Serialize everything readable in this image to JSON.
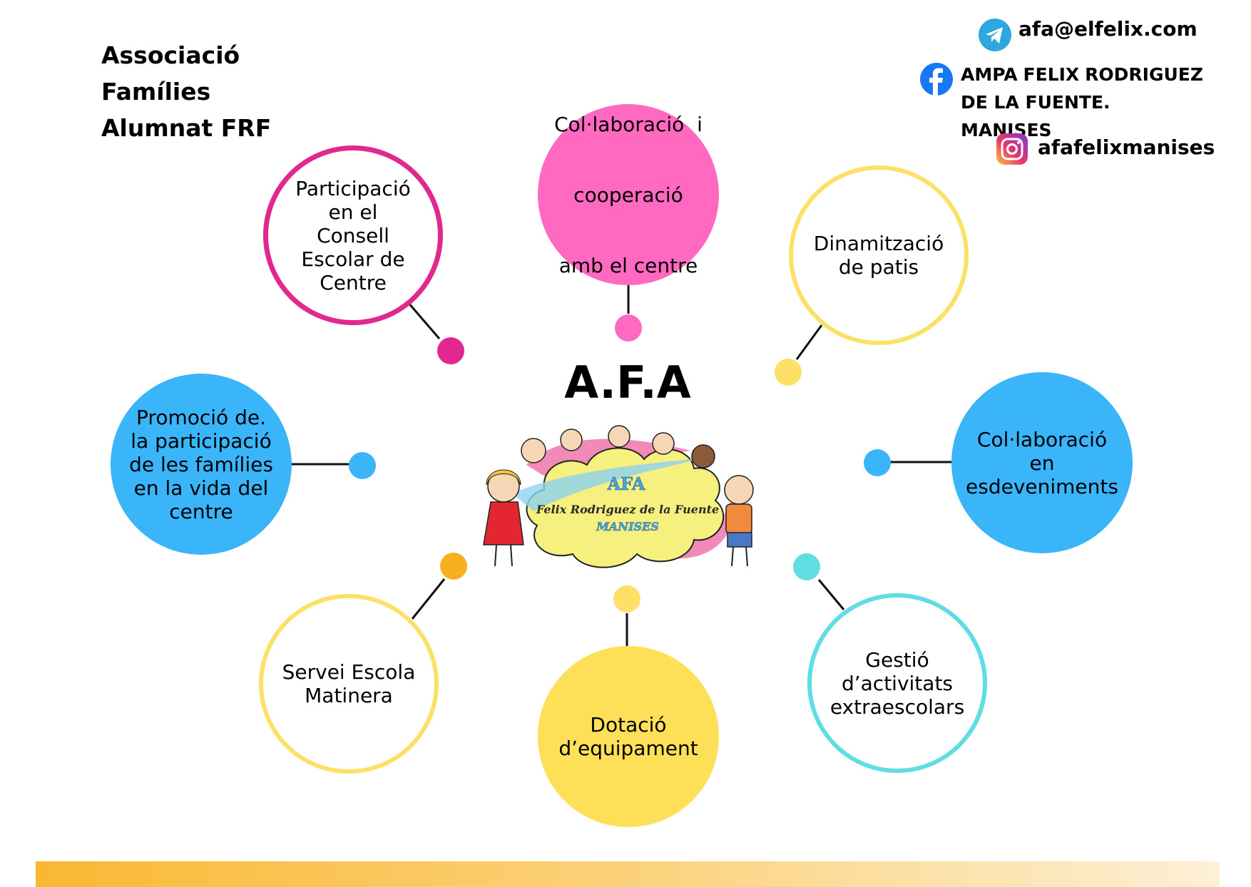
{
  "organization": {
    "line1": "Associació",
    "line2": "Famílies",
    "line3": "Alumnat FRF"
  },
  "contacts": {
    "email": "afa@elfelix.com",
    "facebook_line1_words": [
      "AMPA",
      "FELIX",
      "RODRIGUEZ"
    ],
    "facebook_line2": "DE LA FUENTE. MANISES",
    "instagram": "afafelixmanises",
    "icons": [
      "telegram-icon",
      "facebook-icon",
      "instagram-icon"
    ]
  },
  "center": {
    "title": "A.F.A",
    "logo": {
      "line1": "AFA",
      "line2": "Felix Rodriguez de la Fuente",
      "line3": "MANISES"
    }
  },
  "nodes": [
    {
      "id": "participacio",
      "lines": [
        "Participació",
        "en el",
        "Consell",
        "Escolar de",
        "Centre"
      ],
      "style": "outline",
      "color": "#e0288f"
    },
    {
      "id": "collaboracio-centre",
      "lines": [
        "Col·laboració  i",
        "cooperació",
        "amb el centre"
      ],
      "style": "filled",
      "color": "#ff69c0"
    },
    {
      "id": "dinamitzacio",
      "lines": [
        "Dinamització",
        "de patis"
      ],
      "style": "outline",
      "color": "#fde067"
    },
    {
      "id": "promocio",
      "lines": [
        "Promoció de.",
        "la participació",
        "de les famílies",
        "en la vida del",
        "centre"
      ],
      "style": "filled",
      "color": "#3bb5f9"
    },
    {
      "id": "collaboracio-esdeveniments",
      "lines": [
        "Col·laboració",
        "en",
        "esdeveniments"
      ],
      "style": "filled",
      "color": "#3bb5f9"
    },
    {
      "id": "servei-escola",
      "lines": [
        "Servei Escola",
        "Matinera"
      ],
      "style": "outline",
      "color": "#fde067"
    },
    {
      "id": "dotacio",
      "lines": [
        "Dotació",
        "d’equipament"
      ],
      "style": "filled",
      "color": "#fde058"
    },
    {
      "id": "gestio",
      "lines": [
        "Gestió",
        "d’activitats",
        "extraescolars"
      ],
      "style": "outline",
      "color": "#5fdde3"
    }
  ],
  "colors": {
    "accent_pink": "#e0288f",
    "light_pink": "#ff69c0",
    "yellow": "#fde067",
    "blue": "#3bb5f9",
    "orange": "#f9b020",
    "cyan": "#5fdde3"
  }
}
